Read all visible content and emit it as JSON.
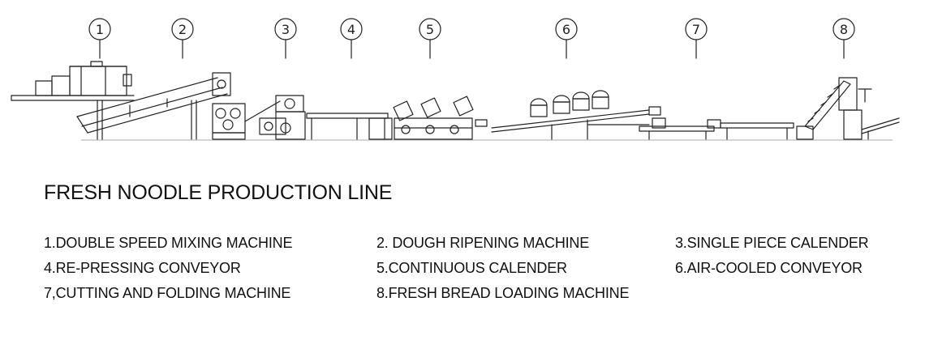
{
  "diagram": {
    "callouts": [
      "1",
      "2",
      "3",
      "4",
      "5",
      "6",
      "7",
      "8"
    ]
  },
  "title": "FRESH NOODLE PRODUCTION LINE",
  "legend": [
    "1.DOUBLE SPEED MIXING MACHINE",
    "2. DOUGH RIPENING MACHINE",
    "3.SINGLE PIECE CALENDER",
    "4.RE-PRESSING CONVEYOR",
    "5.CONTINUOUS CALENDER",
    "6.AIR-COOLED CONVEYOR",
    "7,CUTTING AND FOLDING MACHINE",
    "8.FRESH BREAD LOADING MACHINE"
  ]
}
